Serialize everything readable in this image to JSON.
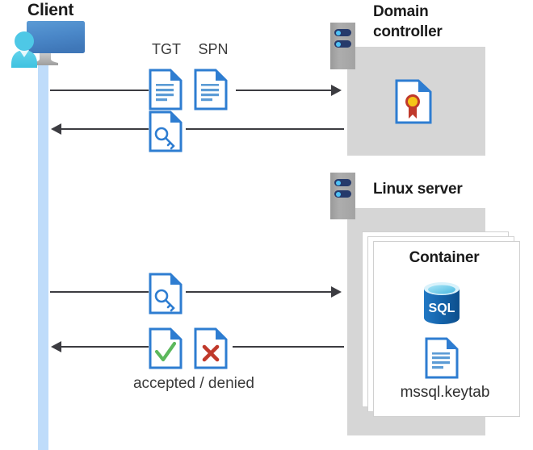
{
  "diagram": {
    "title": "Kerberos authentication flow for SQL Server container on Linux",
    "type": "sequence-diagram",
    "colors": {
      "lifeline": "#bfdcfa",
      "panel_gray": "#d6d6d6",
      "icon_blue": "#2e7dd1",
      "icon_blue_dark": "#1f6ab8",
      "arrow": "#3c3c41",
      "accept_green": "#5cb85c",
      "deny_red": "#c0392b",
      "cert_gold": "#f5c518",
      "cert_red": "#c0392b",
      "sql_blue": "#0f6cbd",
      "rack_navy": "#263a6b",
      "rack_dot": "#4fc3f7"
    }
  },
  "client": {
    "label": "Client",
    "icon": "client-workstation-icon"
  },
  "domain_controller": {
    "label": "Domain controller",
    "label_line1": "Domain",
    "label_line2": "controller",
    "rack_icon": "server-rack-icon",
    "contents": [
      {
        "name": "certificate-icon",
        "label": ""
      }
    ]
  },
  "linux_server": {
    "label": "Linux server",
    "rack_icon": "server-rack-icon",
    "container": {
      "label": "Container",
      "stack_count": 3,
      "items": [
        {
          "icon": "sql-database-icon",
          "label": "SQL"
        },
        {
          "icon": "document-icon",
          "label": "mssql.keytab"
        }
      ]
    }
  },
  "messages": [
    {
      "id": "msg-1",
      "direction": "right",
      "from": "client",
      "to": "domain_controller",
      "artifacts": [
        {
          "label": "TGT",
          "icon": "document-lines-icon"
        },
        {
          "label": "SPN",
          "icon": "document-lines-icon"
        }
      ]
    },
    {
      "id": "msg-2",
      "direction": "left",
      "from": "domain_controller",
      "to": "client",
      "artifacts": [
        {
          "label": "",
          "icon": "document-key-icon"
        }
      ]
    },
    {
      "id": "msg-3",
      "direction": "right",
      "from": "client",
      "to": "linux_server",
      "artifacts": [
        {
          "label": "",
          "icon": "document-key-icon"
        }
      ]
    },
    {
      "id": "msg-4",
      "direction": "left",
      "from": "linux_server",
      "to": "client",
      "caption": "accepted / denied",
      "artifacts": [
        {
          "label": "accepted",
          "icon": "document-check-icon"
        },
        {
          "label": "denied",
          "icon": "document-cross-icon"
        }
      ]
    }
  ],
  "labels": {
    "tgt": "TGT",
    "spn": "SPN",
    "accepted_denied": "accepted / denied",
    "keytab": "mssql.keytab",
    "container": "Container",
    "client": "Client",
    "domain_line1": "Domain",
    "domain_line2": "controller",
    "linux_server": "Linux server"
  }
}
